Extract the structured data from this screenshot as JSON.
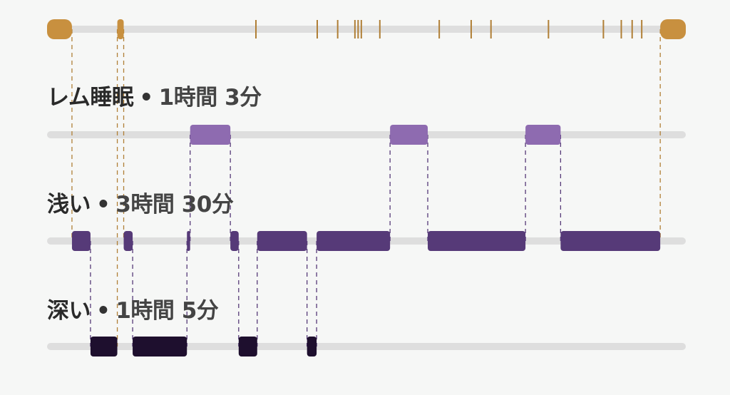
{
  "colors": {
    "awake": "#c8903f",
    "rem": "#8e6bb0",
    "light": "#563a78",
    "deep": "#1e0f2e",
    "track": "#dedede",
    "tick": "#b07f36"
  },
  "stages": [
    {
      "key": "awake",
      "name": "",
      "separator": "",
      "duration": ""
    },
    {
      "key": "rem",
      "name": "レム睡眠",
      "separator": "•",
      "duration": "1時間 3分"
    },
    {
      "key": "light",
      "name": "浅い",
      "separator": "•",
      "duration": "3時間 30分"
    },
    {
      "key": "deep",
      "name": "深い",
      "separator": "•",
      "duration": "1時間 5分"
    }
  ],
  "chart_data": {
    "type": "sleep-stage-timeline",
    "x_range": [
      0,
      100
    ],
    "segments": [
      {
        "stage": "awake",
        "start": 0.0,
        "end": 3.9
      },
      {
        "stage": "light",
        "start": 3.9,
        "end": 6.8
      },
      {
        "stage": "deep",
        "start": 6.8,
        "end": 11.0
      },
      {
        "stage": "awake",
        "start": 11.0,
        "end": 12.0
      },
      {
        "stage": "light",
        "start": 12.0,
        "end": 13.4
      },
      {
        "stage": "deep",
        "start": 13.4,
        "end": 21.9
      },
      {
        "stage": "light",
        "start": 21.9,
        "end": 22.4
      },
      {
        "stage": "rem",
        "start": 22.4,
        "end": 28.7
      },
      {
        "stage": "light",
        "start": 28.7,
        "end": 30.0
      },
      {
        "stage": "deep",
        "start": 30.0,
        "end": 32.9
      },
      {
        "stage": "light",
        "start": 32.9,
        "end": 40.7
      },
      {
        "stage": "deep",
        "start": 40.7,
        "end": 42.2
      },
      {
        "stage": "light",
        "start": 42.2,
        "end": 53.7
      },
      {
        "stage": "rem",
        "start": 53.7,
        "end": 59.6
      },
      {
        "stage": "light",
        "start": 59.6,
        "end": 74.9
      },
      {
        "stage": "rem",
        "start": 74.9,
        "end": 80.4
      },
      {
        "stage": "light",
        "start": 80.4,
        "end": 96.0
      },
      {
        "stage": "awake",
        "start": 96.0,
        "end": 100.0
      }
    ],
    "awake_ticks": [
      32.7,
      42.3,
      45.5,
      48.2,
      48.7,
      49.2,
      52.1,
      61.4,
      66.4,
      69.5,
      78.5,
      87.1,
      89.9,
      91.6,
      93.1
    ]
  }
}
